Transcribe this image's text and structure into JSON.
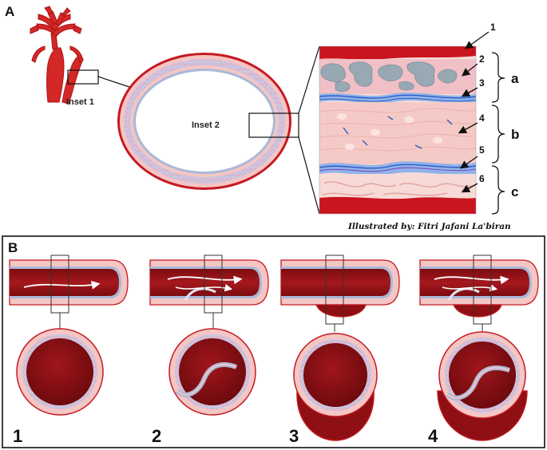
{
  "panel_a": {
    "letter": "A",
    "inset1_label": "Inset 1",
    "inset2_label": "Inset 2",
    "layer_numbers": [
      "1",
      "2",
      "3",
      "4",
      "5",
      "6"
    ],
    "layer_groups": [
      "a",
      "b",
      "c"
    ],
    "credit": "Illustrated by: Fitri Jafani La'biran"
  },
  "panel_b": {
    "letter": "B",
    "stages": [
      "1",
      "2",
      "3",
      "4"
    ]
  },
  "colors": {
    "vessel_red": "#c41a22",
    "lumen_dark": "#8e0f14",
    "intima_blue": "#a9b8d8",
    "media_pink": "#f4c6c4",
    "plaque_gray": "#98a9b4"
  }
}
